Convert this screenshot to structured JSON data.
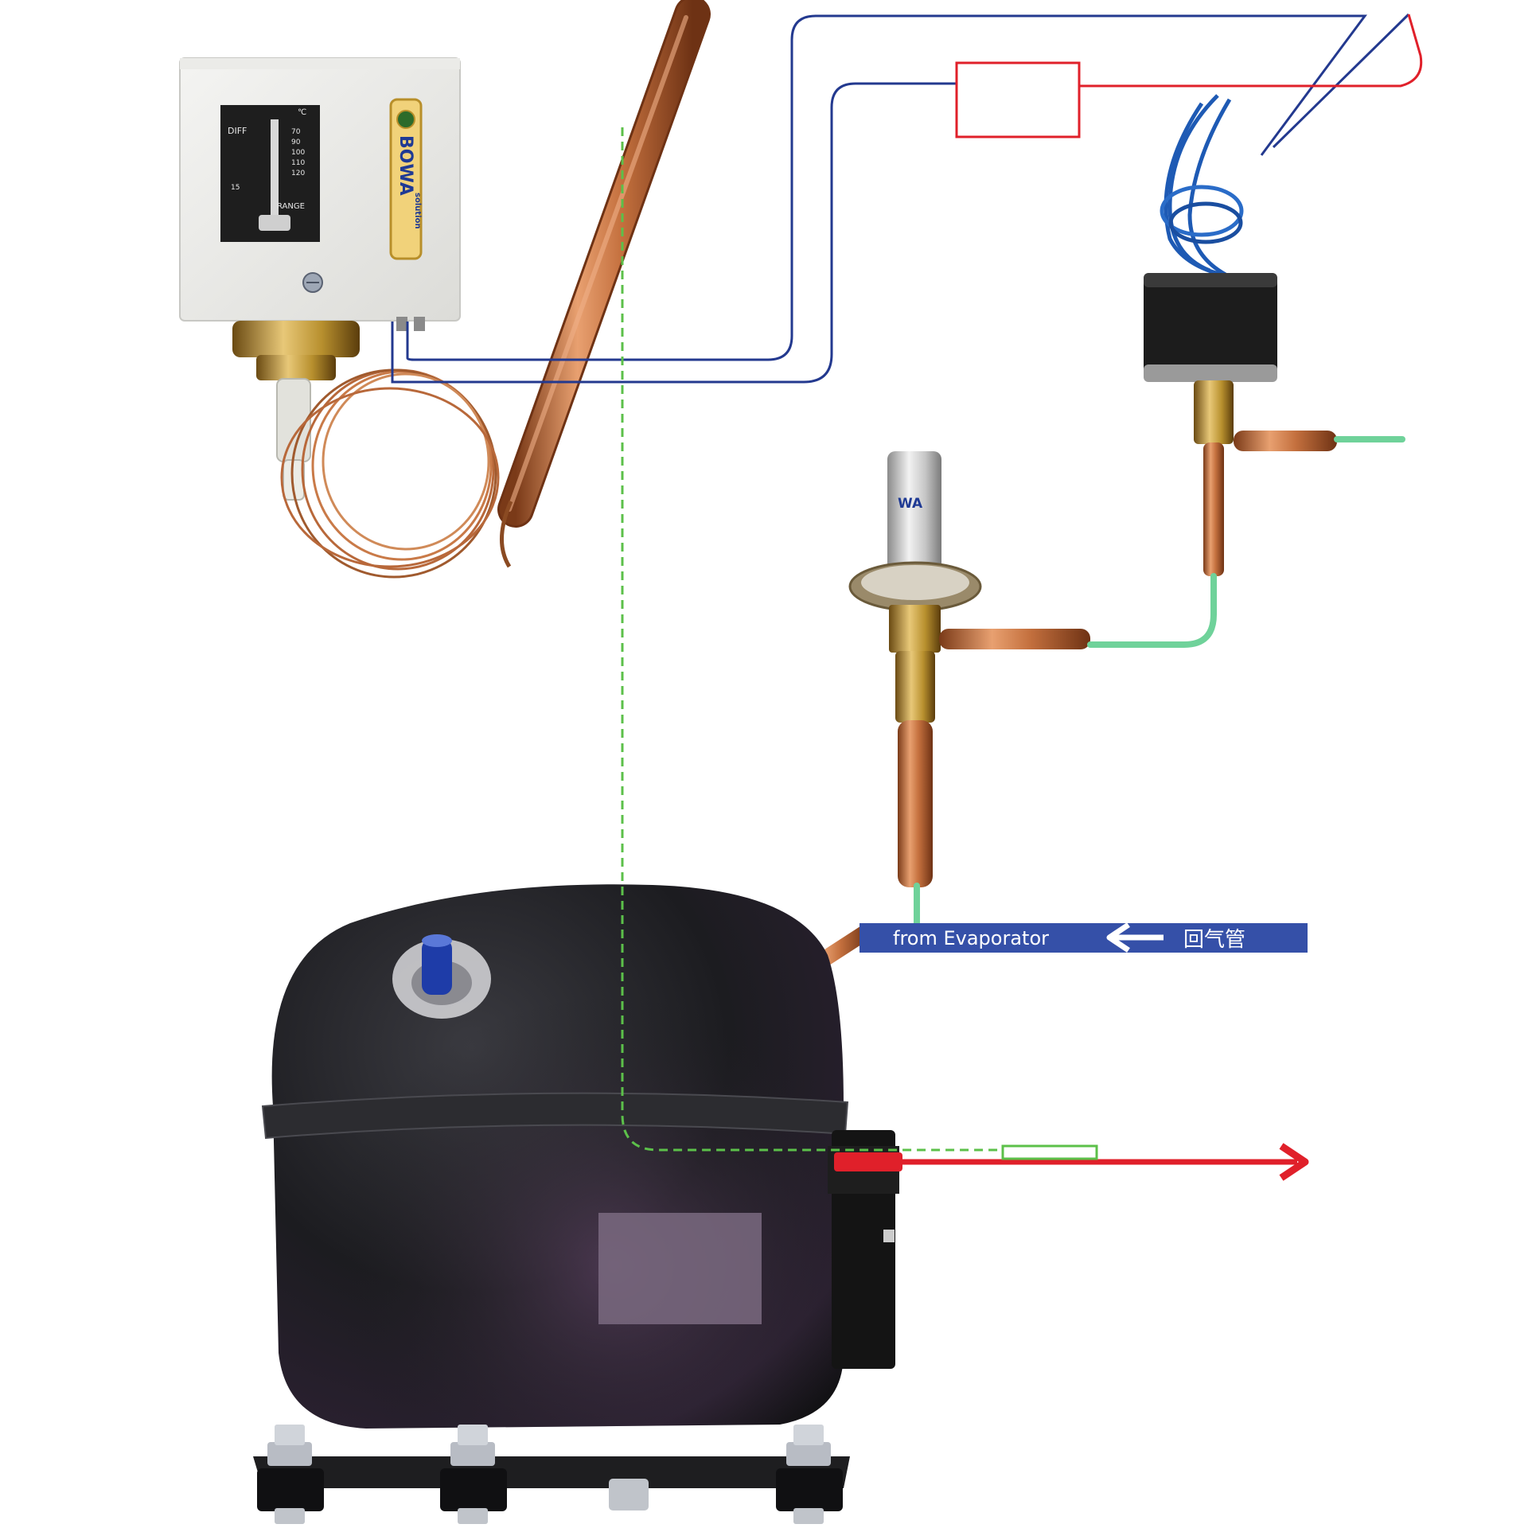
{
  "thermostat": {
    "brand": "BOWA",
    "brand_sub": "solution",
    "diff_label": "DIFF",
    "range_label": "RANGE",
    "unit_label": "℃",
    "scale_values": [
      "70",
      "90",
      "100",
      "110",
      "120"
    ],
    "low_value": "15"
  },
  "valve": {
    "brand": "WA"
  },
  "return_pipe": {
    "label": "from Evaporator",
    "label_cn": "回气管"
  },
  "colors": {
    "wire_blue": "#23398f",
    "wire_red": "#e0202a",
    "sensor_green": "#5cc04a",
    "pipe_green": "#6fd29a",
    "banner_blue": "#3550a8",
    "copper": "#b8683a",
    "compressor": "#1a1a1c"
  }
}
